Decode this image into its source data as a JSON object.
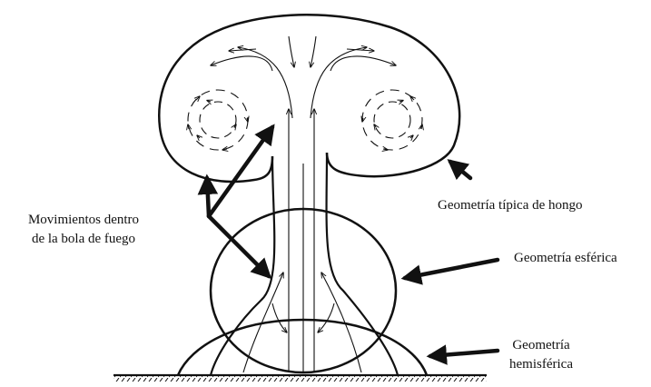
{
  "labels": {
    "mushroom": "Geometría típica de hongo",
    "movements_line1": "Movimientos dentro",
    "movements_line2": "de la bola de fuego",
    "spherical": "Geometría esférica",
    "hemispherical_line1": "Geometría",
    "hemispherical_line2": "hemisférica"
  },
  "colors": {
    "ink": "#111111",
    "background": "#ffffff"
  }
}
